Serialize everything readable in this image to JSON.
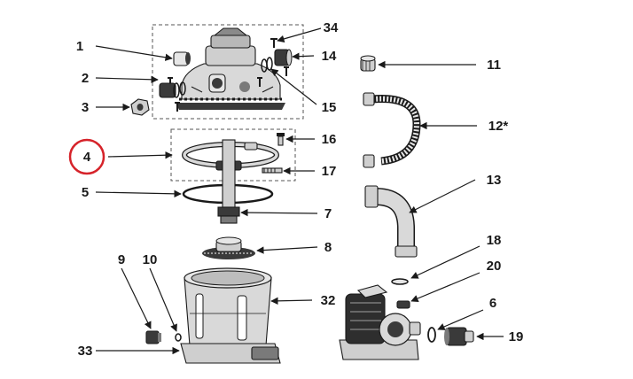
{
  "diagram": {
    "callouts": [
      {
        "key": "p1",
        "text": "1"
      },
      {
        "key": "p2",
        "text": "2"
      },
      {
        "key": "p3",
        "text": "3"
      },
      {
        "key": "p4",
        "text": "4"
      },
      {
        "key": "p5",
        "text": "5"
      },
      {
        "key": "p6",
        "text": "6"
      },
      {
        "key": "p7",
        "text": "7"
      },
      {
        "key": "p8",
        "text": "8"
      },
      {
        "key": "p9",
        "text": "9"
      },
      {
        "key": "p10",
        "text": "10"
      },
      {
        "key": "p11",
        "text": "11"
      },
      {
        "key": "p12",
        "text": "12*"
      },
      {
        "key": "p13",
        "text": "13"
      },
      {
        "key": "p14",
        "text": "14"
      },
      {
        "key": "p15",
        "text": "15"
      },
      {
        "key": "p16",
        "text": "16"
      },
      {
        "key": "p17",
        "text": "17"
      },
      {
        "key": "p18",
        "text": "18"
      },
      {
        "key": "p19",
        "text": "19"
      },
      {
        "key": "p20",
        "text": "20"
      },
      {
        "key": "p32",
        "text": "32"
      },
      {
        "key": "p33",
        "text": "33"
      },
      {
        "key": "p34",
        "text": "34"
      }
    ],
    "highlighted": "p4",
    "colors": {
      "line": "#1a1a1a",
      "part_fill": "#d9d9d9",
      "part_dark": "#3a3a3a",
      "highlight": "#d6232a",
      "frame": "#555555"
    }
  }
}
